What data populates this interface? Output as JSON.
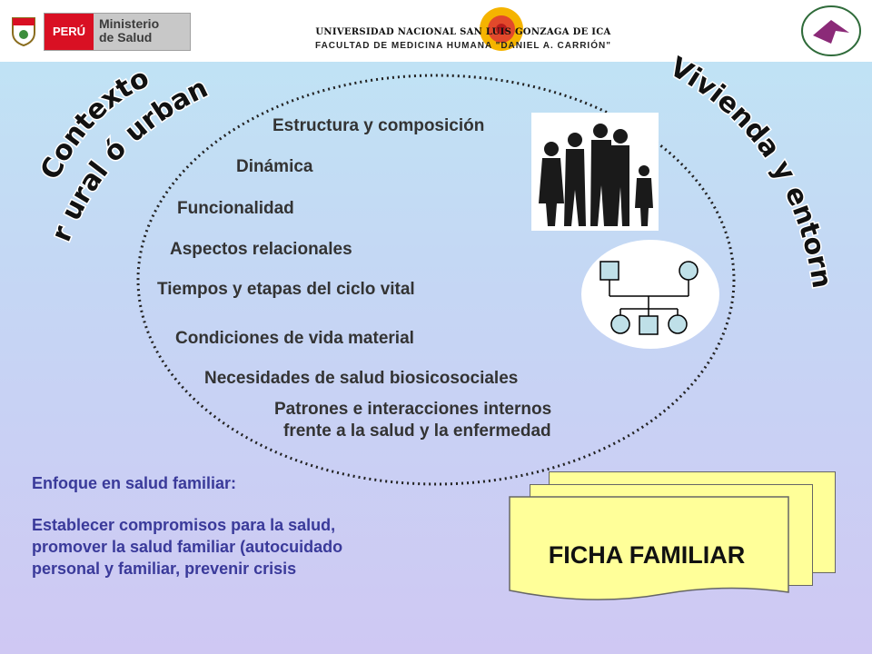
{
  "header": {
    "ministry_country": "PERÚ",
    "ministry_line1": "Ministerio",
    "ministry_line2": "de Salud",
    "university": "UNIVERSIDAD NACIONAL SAN LUIS GONZAGA DE ICA",
    "faculty": "FACULTAD DE MEDICINA HUMANA \"DANIEL A. CARRIÓN\""
  },
  "curved_titles": {
    "left_line1": "Contexto",
    "left_line2": "r ural ó urbano",
    "right": "Vivienda y entorno"
  },
  "items": [
    "Estructura y composición",
    "Dinámica",
    "Funcionalidad",
    "Aspectos relacionales",
    "Tiempos y etapas del ciclo vital",
    "Condiciones de vida material",
    "Necesidades de salud biosicosociales",
    "Patrones e interacciones internos",
    "frente a la salud y la enfermedad"
  ],
  "focus": {
    "heading": "Enfoque en salud familiar:",
    "body": "Establecer compromisos para la salud, promover la salud familiar (autocuidado personal y familiar, prevenir crisis"
  },
  "ficha": {
    "label": "FICHA FAMILIAR"
  },
  "colors": {
    "card_fill": "#ffff99",
    "note_text": "#3a3a9a",
    "peru_red": "#d91023"
  }
}
